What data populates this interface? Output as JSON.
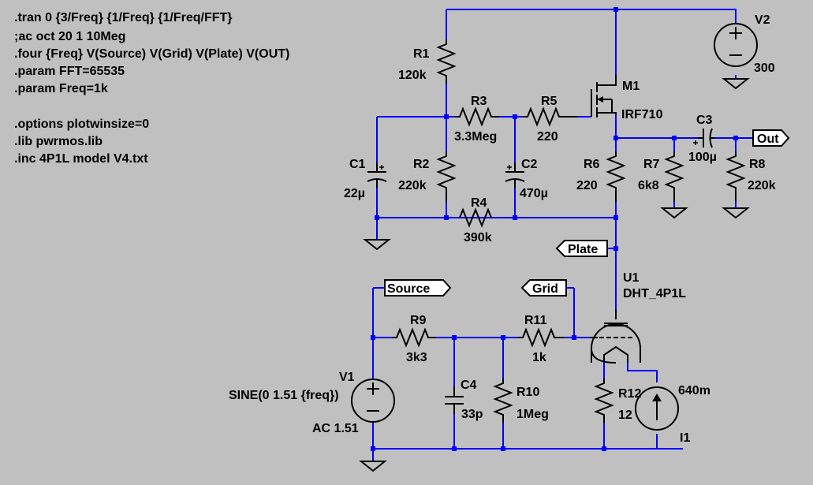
{
  "directives": [
    ".tran 0 {3/Freq} {1/Freq} {1/Freq/FFT}",
    ";ac oct 20 1 10Meg",
    ".four {Freq} V(Source) V(Grid) V(Plate) V(OUT)",
    ".param FFT=65535",
    ".param Freq=1k",
    ".options plotwinsize=0",
    ".lib pwrmos.lib",
    ".inc 4P1L model V4.txt"
  ],
  "components": {
    "R1": {
      "name": "R1",
      "value": "120k"
    },
    "R2": {
      "name": "R2",
      "value": "220k"
    },
    "R3": {
      "name": "R3",
      "value": "3.3Meg"
    },
    "R4": {
      "name": "R4",
      "value": "390k"
    },
    "R5": {
      "name": "R5",
      "value": "220"
    },
    "R6": {
      "name": "R6",
      "value": "220"
    },
    "R7": {
      "name": "R7",
      "value": "6k8"
    },
    "R8": {
      "name": "R8",
      "value": "220k"
    },
    "R9": {
      "name": "R9",
      "value": "3k3"
    },
    "R10": {
      "name": "R10",
      "value": "1Meg"
    },
    "R11": {
      "name": "R11",
      "value": "1k"
    },
    "R12": {
      "name": "R12",
      "value": "12"
    },
    "C1": {
      "name": "C1",
      "value": "22µ"
    },
    "C2": {
      "name": "C2",
      "value": "470µ"
    },
    "C3": {
      "name": "C3",
      "value": "100µ"
    },
    "C4": {
      "name": "C4",
      "value": "33p"
    },
    "M1": {
      "name": "M1",
      "value": "IRF710"
    },
    "U1": {
      "name": "U1",
      "value": "DHT_4P1L"
    },
    "V1": {
      "name": "V1",
      "value": "SINE(0 1.51 {freq})",
      "ac": "AC 1.51"
    },
    "V2": {
      "name": "V2",
      "value": "300"
    },
    "I1": {
      "name": "I1",
      "value": "640m"
    }
  },
  "net_labels": {
    "out": "Out",
    "plate": "Plate",
    "source": "Source",
    "grid": "Grid"
  },
  "colors": {
    "background": "#C0C0C0",
    "wire": "#0000FF",
    "component": "#000000",
    "text": "#000000",
    "label_fill": "#FFFFFF"
  }
}
